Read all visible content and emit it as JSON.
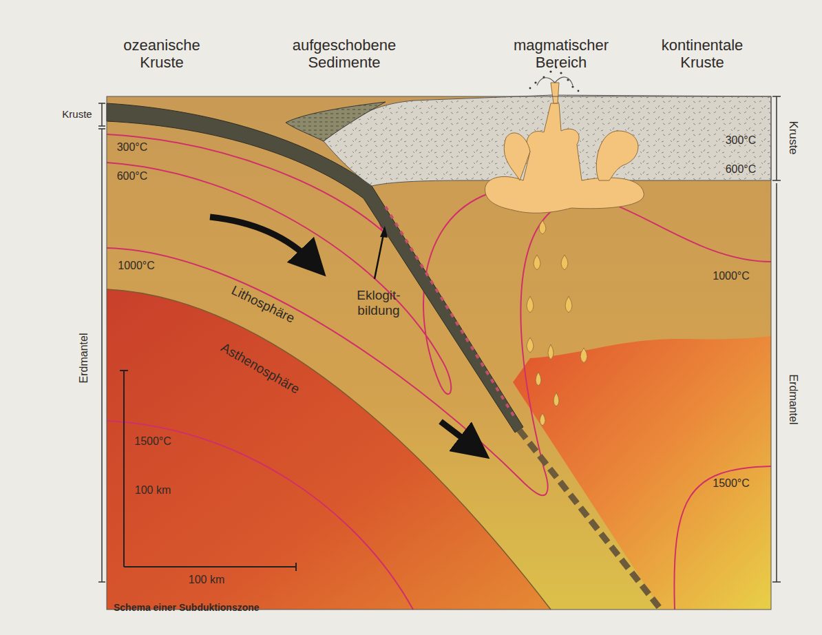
{
  "diagram": {
    "caption": "Schema einer Subduktionszone",
    "labels": [
      "ozeanische Kruste",
      "aufgeschobene Sedimente",
      "magmatischer Bereich",
      "kontinentale Kruste",
      "Kruste",
      "Kruste",
      "300°C",
      "600°C",
      "1000°C",
      "1500°C",
      "300°C",
      "600°C",
      "1000°C",
      "1500°C",
      "Lithosphäre",
      "Asthenosphäre",
      "Eklogit- bildung",
      "Erdmantel",
      "Erdmantel",
      "100 km",
      "100 km"
    ]
  }
}
